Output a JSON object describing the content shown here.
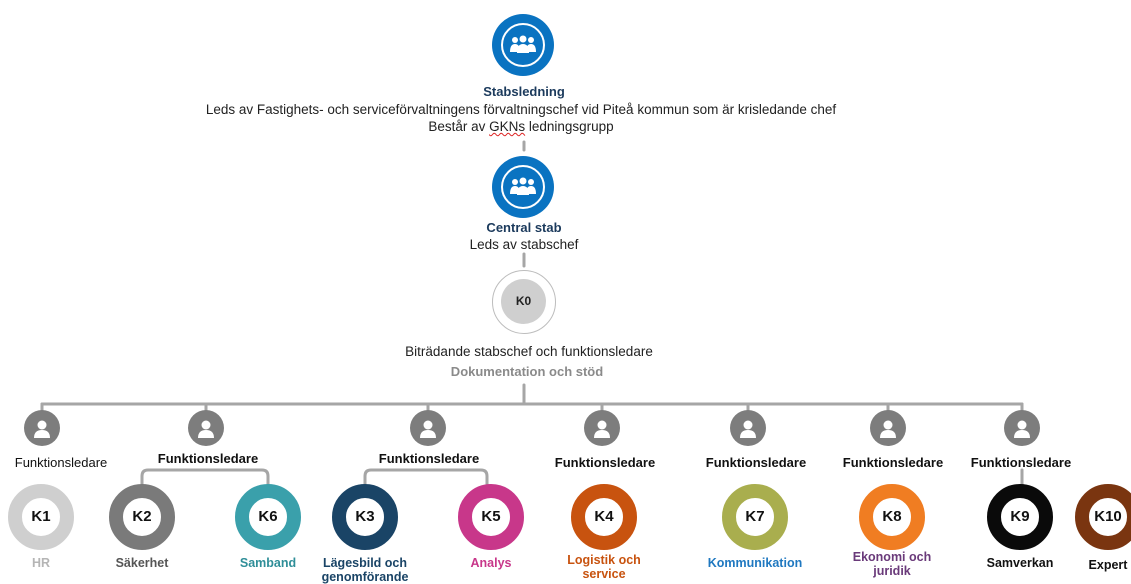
{
  "leadership": {
    "title": "Stabsledning",
    "line1": "Leds av Fastighets- och serviceförvaltningens förvaltningschef vid Piteå kommun som är krisledande chef",
    "line2_pre": "Består av ",
    "line2_mark": "GKNs",
    "line2_post": " ledningsgrupp",
    "icon": "group-icon"
  },
  "central": {
    "title": "Central stab",
    "subtitle": "Leds av stabschef",
    "icon": "group-icon"
  },
  "k0": {
    "code": "K0",
    "description": "Biträdande stabschef och funktionsledare",
    "role": "Dokumentation och stöd"
  },
  "function_leader_label": "Funktionsledare",
  "functions": [
    {
      "code": "K1",
      "name": "HR",
      "color": "#cfcfcf",
      "label_color": "#b5b5b5"
    },
    {
      "code": "K2",
      "name": "Säkerhet",
      "color": "#7a7a7a",
      "label_color": "#555555"
    },
    {
      "code": "K6",
      "name": "Samband",
      "color": "#3aa0ab",
      "label_color": "#2f8e98"
    },
    {
      "code": "K3",
      "name": "Lägesbild och genomförande",
      "color": "#1a4466",
      "label_color": "#1a4466"
    },
    {
      "code": "K5",
      "name": "Analys",
      "color": "#c8378a",
      "label_color": "#c8378a"
    },
    {
      "code": "K4",
      "name": "Logistik och service",
      "color": "#c8530f",
      "label_color": "#c8530f"
    },
    {
      "code": "K7",
      "name": "Kommunikation",
      "color": "#a9ae4e",
      "label_color": "#1f78c0"
    },
    {
      "code": "K8",
      "name": "Ekonomi och juridik",
      "color": "#f07d22",
      "label_color": "#6a3a7a"
    },
    {
      "code": "K9",
      "name": "Samverkan",
      "color": "#0a0a0a",
      "label_color": "#111111"
    },
    {
      "code": "K10",
      "name": "Expert",
      "color": "#7a3510",
      "label_color": "#111111"
    }
  ],
  "colors": {
    "lead_icon": "#0a73c1",
    "title_text": "#1b3a5c",
    "connector": "#a6a6a6",
    "person_icon": "#7d7d7d"
  }
}
